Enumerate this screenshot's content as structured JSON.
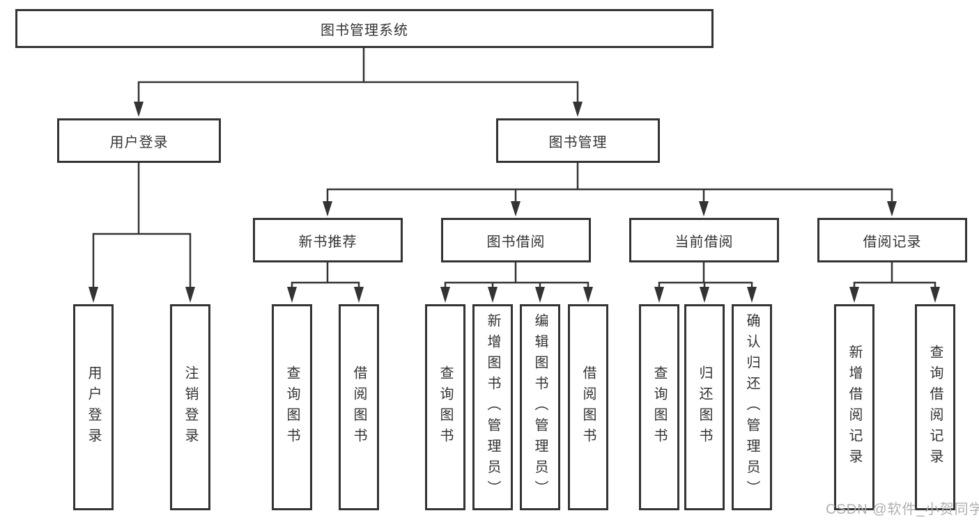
{
  "diagram": {
    "root": "图书管理系统",
    "level2": {
      "user_login": "用户登录",
      "book_mgmt": "图书管理"
    },
    "level3": {
      "new_book_rec": "新书推荐",
      "book_borrow": "图书借阅",
      "current_borrow": "当前借阅",
      "borrow_records": "借阅记录"
    },
    "leaves": {
      "login_user_login": "用户登录",
      "login_logout": "注销登录",
      "newbook_query": "查询图书",
      "newbook_borrow": "借阅图书",
      "borrow_query": "查询图书",
      "borrow_add_admin": "新增图书（管理员）",
      "borrow_edit_admin": "编辑图书（管理员）",
      "borrow_borrow": "借阅图书",
      "current_query": "查询图书",
      "current_return": "归还图书",
      "current_confirm_admin": "确认归还（管理员）",
      "records_add": "新增借阅记录",
      "records_query": "查询借阅记录"
    }
  },
  "watermark": "CSDN @软件_小贺同学",
  "colors": {
    "line": "#333333",
    "border": "#333333",
    "text": "#333333",
    "watermark": "#b0b0b0",
    "background": "#ffffff"
  }
}
